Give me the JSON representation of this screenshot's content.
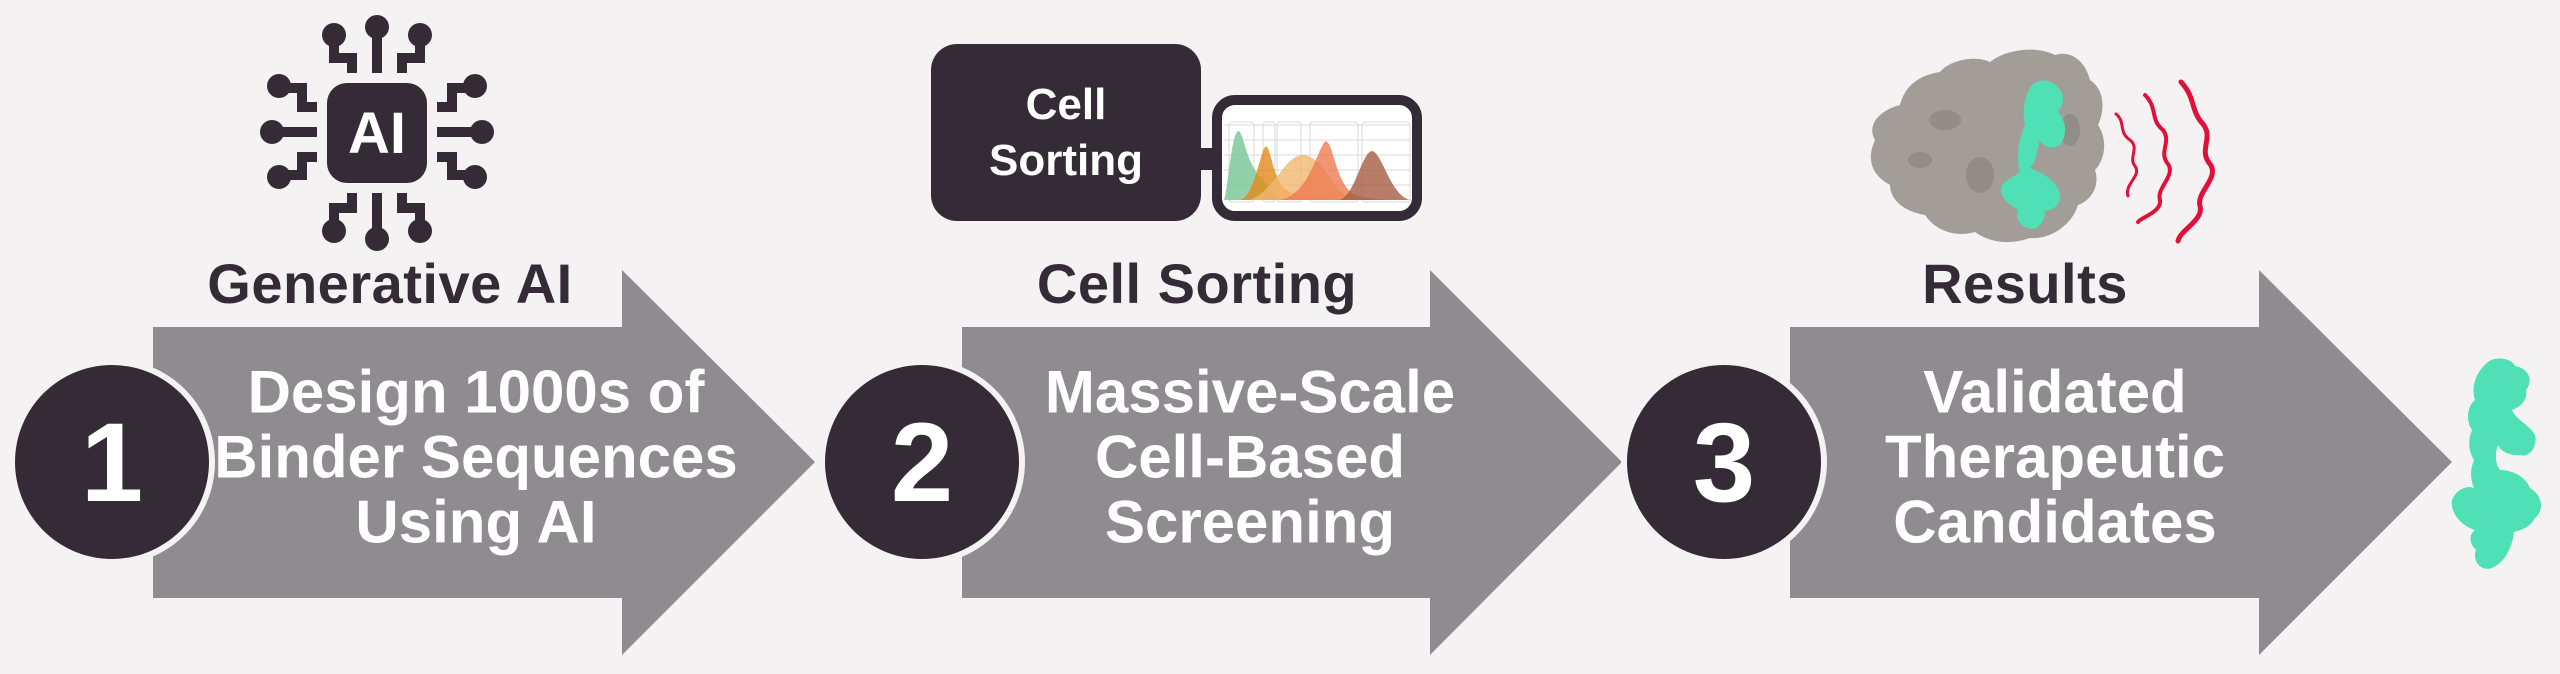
{
  "colors": {
    "background": "#f4f2f3",
    "arrow": "#8f8b91",
    "dark": "#342b36",
    "text_light": "#ffffff",
    "binder_green": "#4fe0b6",
    "target_gray": "#a39d98",
    "signal_red": "#e0103a"
  },
  "steps": [
    {
      "number": "1",
      "title": "Generative AI",
      "body_lines": [
        "Design 1000s of",
        "Binder Sequences",
        "Using AI"
      ],
      "icon": "ai-chip-icon",
      "icon_label": "AI"
    },
    {
      "number": "2",
      "title": "Cell Sorting",
      "body_lines": [
        "Massive-Scale",
        "Cell-Based",
        "Screening"
      ],
      "icon": "cell-sorting-histogram-icon",
      "icon_label_lines": [
        "Cell",
        "Sorting"
      ]
    },
    {
      "number": "3",
      "title": "Results",
      "body_lines": [
        "Validated",
        "Therapeutic",
        "Candidates"
      ],
      "icon": "protein-binding-icon"
    }
  ],
  "final_icon": "binder-molecule-icon"
}
